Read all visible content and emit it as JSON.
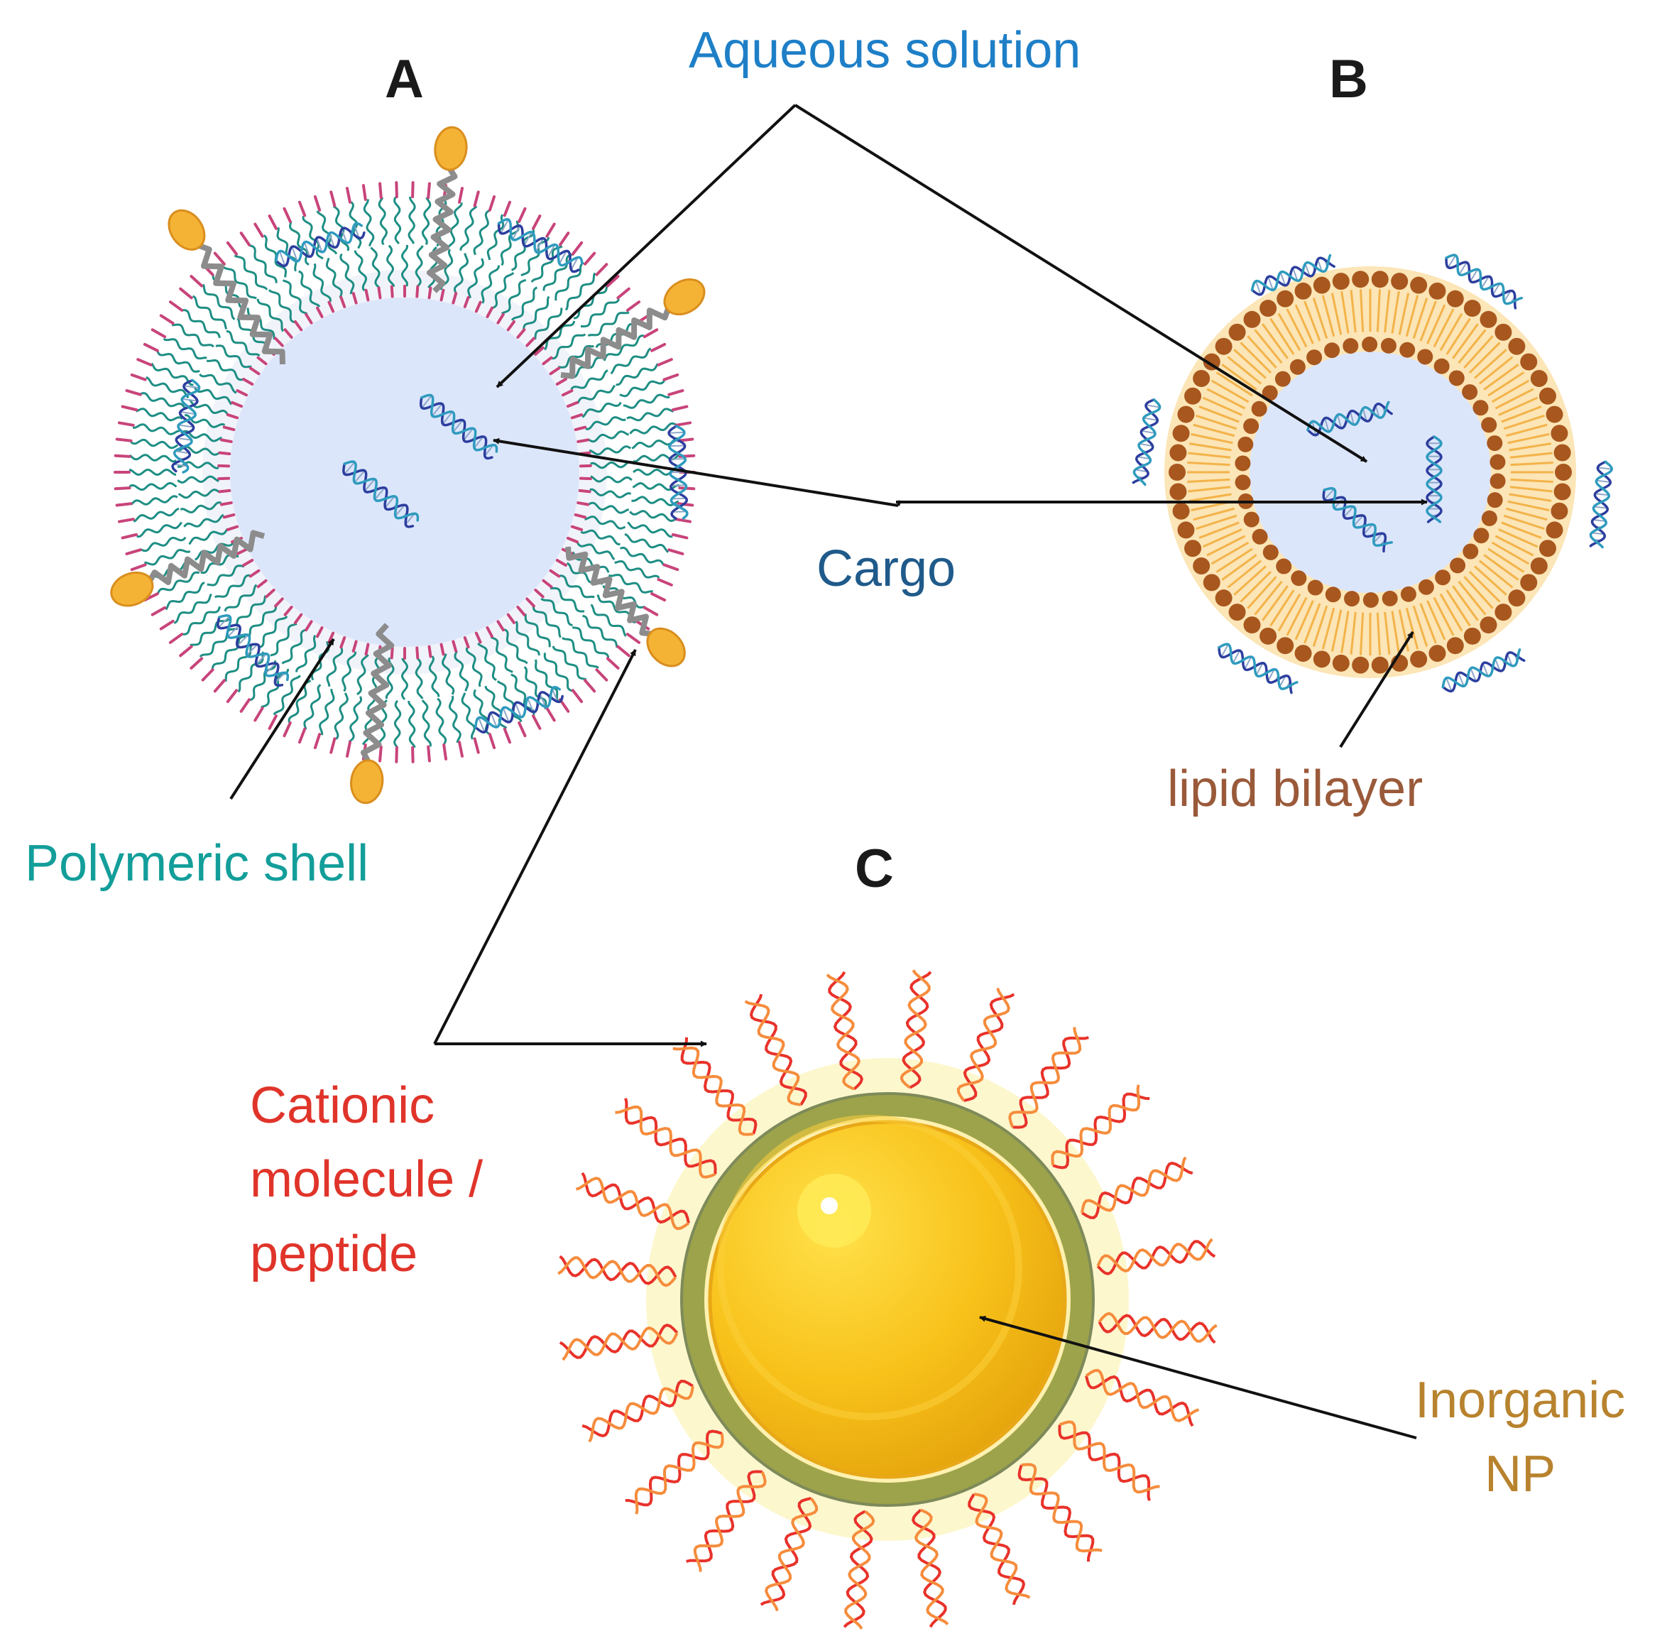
{
  "panels": {
    "a": "A",
    "b": "B",
    "c": "C"
  },
  "labels": {
    "aqueous_solution": "Aqueous solution",
    "cargo": "Cargo",
    "lipid_bilayer": "lipid bilayer",
    "polymeric_shell": "Polymeric shell",
    "cationic_line1": "Cationic",
    "cationic_line2": "molecule /",
    "cationic_line3": "peptide",
    "inorganic_line1": "Inorganic",
    "inorganic_line2": "NP"
  },
  "colors": {
    "aqueous": "#1E7FC7",
    "cargo": "#1F5A8A",
    "lipid": "#9A5A3A",
    "polymeric": "#139E9A",
    "cationic": "#E0342A",
    "inorganic": "#B8832E",
    "core_fill": "#DCE6FB",
    "shell_teal": "#1E8E84",
    "head_pink": "#C8447A",
    "peg_gray": "#8C8C8C",
    "ligand_orange": "#F5B335",
    "lipid_head": "#A8571E",
    "lipid_tail": "#F3B34A",
    "dna_blue": "#2C3E9E",
    "dna_teal": "#2E9BBE",
    "np_gold": "#F8C11A",
    "np_ring": "#9DA34A",
    "strand_red": "#E8322A",
    "strand_orange": "#F58C3C"
  },
  "icons": [
    "dna-helix-icon",
    "peg-ligand-icon",
    "arrow-icon"
  ]
}
